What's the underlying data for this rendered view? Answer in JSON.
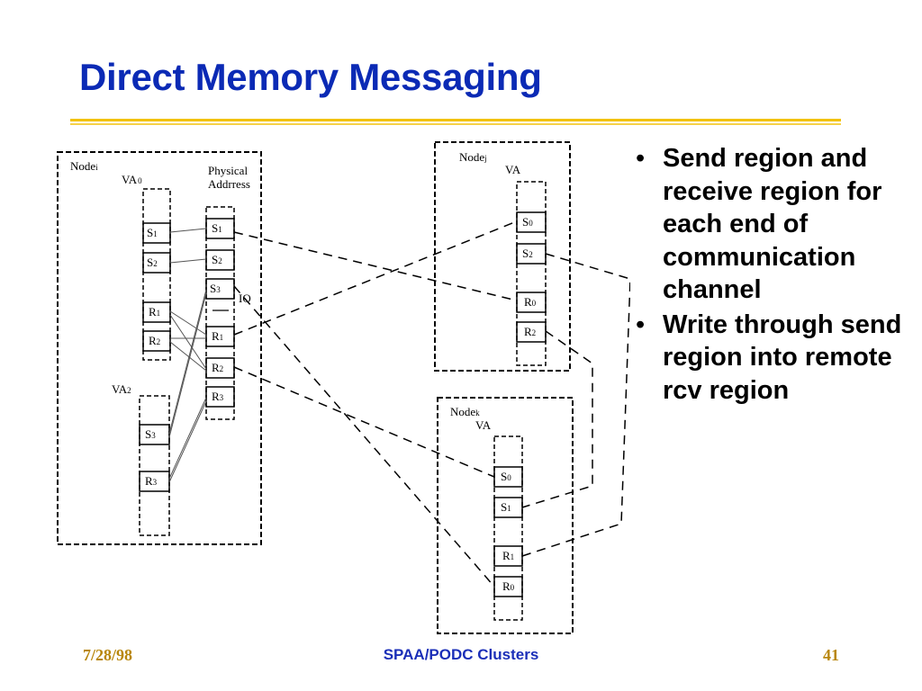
{
  "slide": {
    "title": "Direct Memory Messaging",
    "bullets": [
      "Send region and receive region for each end of communication channel",
      "Write through send region into remote rcv region"
    ],
    "footer": {
      "date": "7/28/98",
      "center": "SPAA/PODC Clusters",
      "page": "41"
    }
  },
  "diagram": {
    "node_i": {
      "label": "Node",
      "sub": "i",
      "va0": {
        "label": "VA",
        "sub": "0"
      },
      "va2": {
        "label": "VA",
        "sub": "2"
      },
      "physical": [
        "Physical",
        "Addrress"
      ],
      "va0_cells": [
        {
          "l": "S",
          "s": "1"
        },
        {
          "l": "S",
          "s": "2"
        },
        {
          "l": "R",
          "s": "1"
        },
        {
          "l": "R",
          "s": "2"
        }
      ],
      "va2_cells": [
        {
          "l": "S",
          "s": "3"
        },
        {
          "l": "R",
          "s": "3"
        }
      ],
      "phys_cells": [
        {
          "l": "S",
          "s": "1"
        },
        {
          "l": "S",
          "s": "2"
        },
        {
          "l": "S",
          "s": "3"
        },
        {
          "l": "R",
          "s": "1"
        },
        {
          "l": "R",
          "s": "2"
        },
        {
          "l": "R",
          "s": "3"
        }
      ],
      "io": "IO"
    },
    "node_j": {
      "label": "Node",
      "sub": "j",
      "va": "VA",
      "cells": [
        {
          "l": "S",
          "s": "0"
        },
        {
          "l": "S",
          "s": "2"
        },
        {
          "l": "R",
          "s": "0"
        },
        {
          "l": "R",
          "s": "2"
        }
      ]
    },
    "node_k": {
      "label": "Node",
      "sub": "k",
      "va": "VA",
      "cells": [
        {
          "l": "S",
          "s": "0"
        },
        {
          "l": "S",
          "s": "1"
        },
        {
          "l": "R",
          "s": "1"
        },
        {
          "l": "R",
          "s": "0"
        }
      ]
    }
  }
}
